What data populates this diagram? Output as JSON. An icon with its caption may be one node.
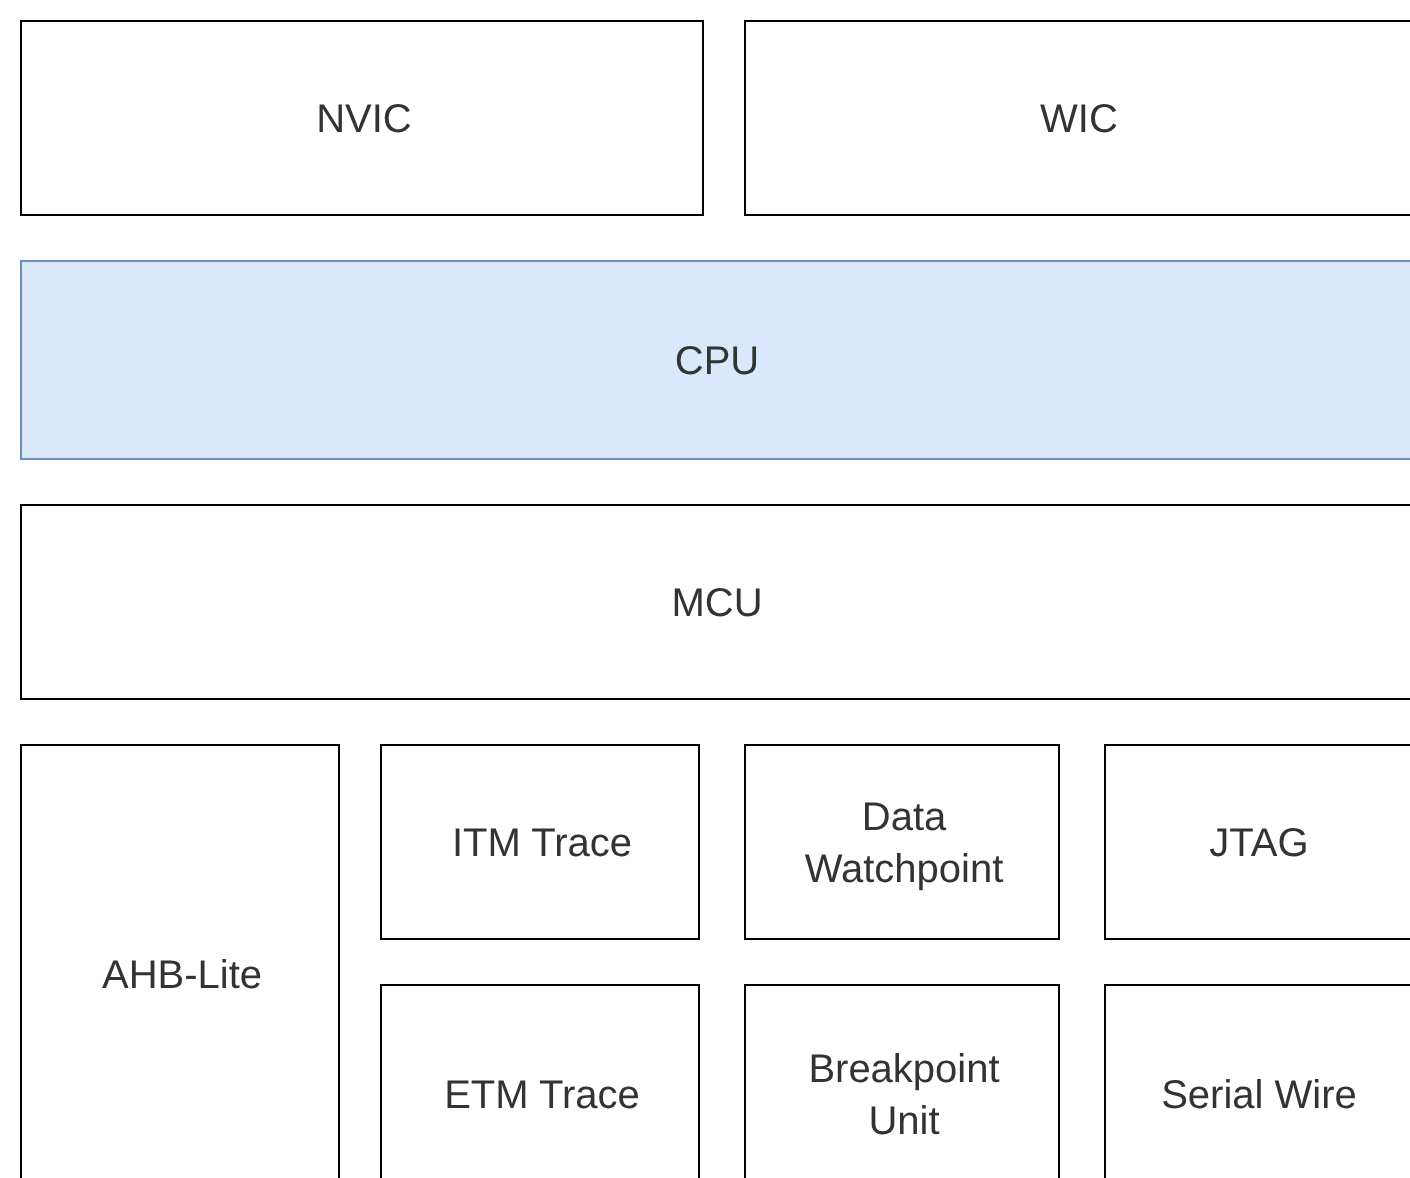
{
  "diagram": {
    "nodes": [
      {
        "text": [
          "NVIC"
        ]
      },
      {
        "text": [
          "WIC"
        ]
      },
      {
        "text": [
          "CPU"
        ]
      },
      {
        "text": [
          "MCU"
        ]
      },
      {
        "text": [
          "AHB-Lite"
        ]
      },
      {
        "text": [
          "ITM Trace"
        ]
      },
      {
        "text": [
          "Data Watchpoint"
        ]
      },
      {
        "text": [
          "JTAG"
        ]
      },
      {
        "text": [
          "ETM Trace"
        ]
      },
      {
        "text": [
          "Breakpoint Unit"
        ]
      },
      {
        "text": [
          "Serial Wire"
        ]
      }
    ]
  }
}
